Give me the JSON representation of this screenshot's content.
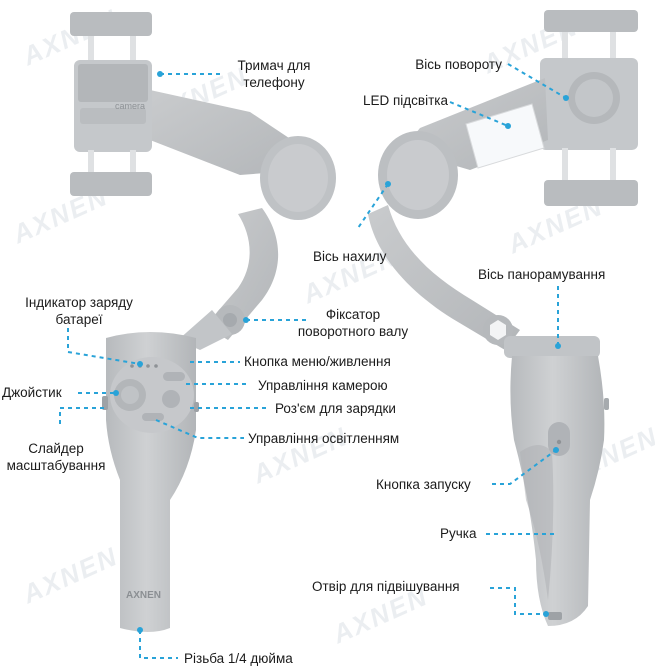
{
  "watermark": "AXNEN",
  "colors": {
    "leader": "#29a3d8",
    "body": "#c3c6c9",
    "body_dark": "#a9adb1",
    "body_light": "#d6d8da",
    "led": "#f7f9fb"
  },
  "device": {
    "brand": "AXNEN",
    "phone_holder_print": "camera"
  },
  "labels": {
    "phone_holder": [
      "Тримач для",
      "телефону"
    ],
    "rotation_axis": "Вісь повороту",
    "led_light": "LED підсвітка",
    "tilt_axis": "Вісь нахилу",
    "pan_axis": "Вісь панорамування",
    "battery_indicator": [
      "Індикатор заряду",
      "батареї"
    ],
    "rotary_lock": [
      "Фіксатор",
      "поворотного валу"
    ],
    "menu_power_button": "Кнопка меню/живлення",
    "joystick": "Джойстик",
    "camera_control": "Управління камерою",
    "charging_port": "Роз'єм для зарядки",
    "zoom_slider": [
      "Слайдер",
      "масштабування"
    ],
    "light_control": "Управління освітленням",
    "trigger_button": "Кнопка запуску",
    "handle": "Ручка",
    "lanyard_hole": "Отвір для підвішування",
    "thread": "Різьба 1/4 дюйма"
  }
}
